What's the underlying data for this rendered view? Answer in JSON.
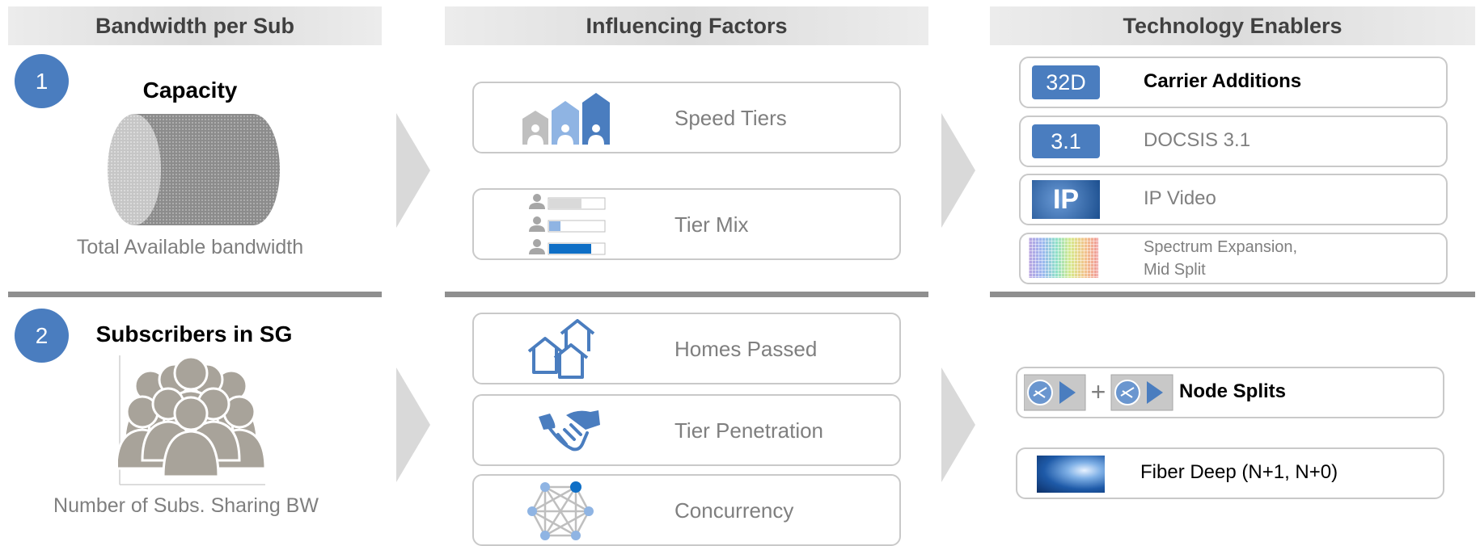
{
  "columns": {
    "bandwidth": "Bandwidth per Sub",
    "factors": "Influencing Factors",
    "enablers": "Technology Enablers"
  },
  "left": {
    "capacity": {
      "number": "1",
      "title": "Capacity",
      "caption": "Total Available bandwidth"
    },
    "subscribers": {
      "number": "2",
      "title": "Subscribers in SG",
      "caption": "Number of Subs. Sharing BW"
    }
  },
  "factors": [
    {
      "label": "Speed Tiers",
      "icon": "speed-tiers-houses-icon"
    },
    {
      "label": "Tier Mix",
      "icon": "tier-mix-bars-icon"
    },
    {
      "label": "Homes Passed",
      "icon": "homes-icon"
    },
    {
      "label": "Tier Penetration",
      "icon": "handshake-icon"
    },
    {
      "label": "Concurrency",
      "icon": "network-mesh-icon"
    }
  ],
  "enablers": [
    {
      "badge": "32D",
      "label": "Carrier Additions",
      "bold": true
    },
    {
      "badge": "3.1",
      "label": "DOCSIS 3.1",
      "bold": false
    },
    {
      "badge": "IP",
      "label": "IP Video",
      "bold": false
    },
    {
      "label_line1": "Spectrum Expansion,",
      "label_line2": "Mid Split",
      "icon": "spectrum-grid-icon"
    },
    {
      "label": "Node Splits",
      "icon": "node-split-icon",
      "bold": true
    },
    {
      "label": "Fiber Deep (N+1, N+0)",
      "icon": "fiber-optic-icon"
    }
  ],
  "colors": {
    "accent": "#4a7dbf",
    "light_blue": "#8fb4e3",
    "dark_blue": "#0f6fc6",
    "gray_icon": "#a6a6a6",
    "rule": "#8f8f8f"
  }
}
